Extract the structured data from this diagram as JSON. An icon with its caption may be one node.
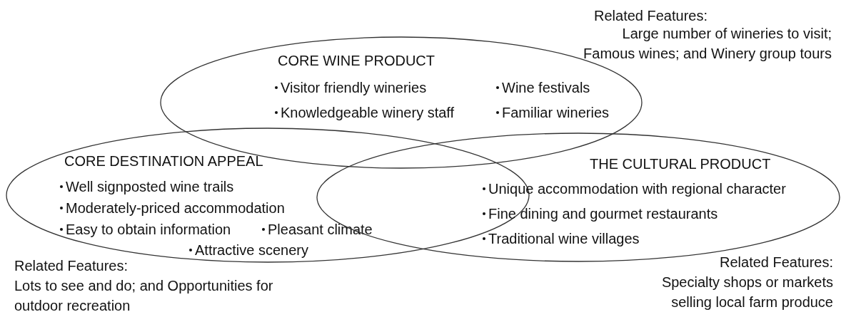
{
  "diagram": {
    "nodes": [
      {
        "text": [
          "CORE WINE PRODUCT",
          "Visitor friendly wineries",
          "Knowledgeable winery staff",
          "Wine festivals",
          "Familiar wineries"
        ],
        "beside": [
          "Related Features:",
          "Large number of wineries to visit; Famous wines; and Winery group tours"
        ]
      },
      {
        "text": [
          "CORE DESTINATION APPEAL",
          "Well signposted wine trails",
          "Moderately-priced accommodation",
          "Easy to obtain information",
          "Pleasant climate",
          "Attractive scenery"
        ],
        "beside": [
          "Related Features:",
          "Lots to see and do; and Opportunities for outdoor recreation"
        ]
      },
      {
        "text": [
          "THE CULTURAL PRODUCT",
          "Unique accommodation with regional character",
          "Fine dining and gourmet restaurants",
          "Traditional wine villages"
        ],
        "beside": [
          "Related Features:",
          "Specialty shops or markets selling local farm produce"
        ]
      }
    ]
  }
}
